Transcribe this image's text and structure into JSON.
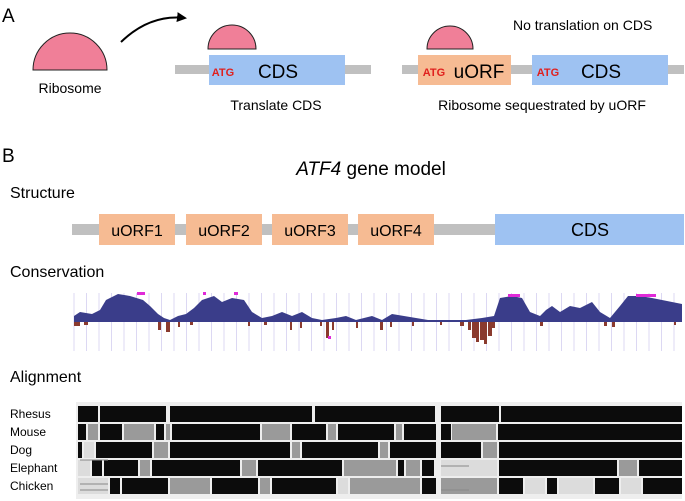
{
  "panelA": {
    "label": "A",
    "ribosome_label": "Ribosome",
    "atg": "ATG",
    "cds": "CDS",
    "uorf": "uORF",
    "translate_caption": "Translate CDS",
    "sequestered_caption": "Ribosome sequestrated by uORF",
    "no_translation_caption": "No translation on CDS"
  },
  "panelB": {
    "label": "B",
    "title_italic": "ATF4",
    "title_rest": " gene model",
    "structure_label": "Structure",
    "uorfs": [
      "uORF1",
      "uORF2",
      "uORF3",
      "uORF4"
    ],
    "cds": "CDS",
    "conservation_label": "Conservation",
    "alignment_label": "Alignment",
    "species": [
      "Rhesus",
      "Mouse",
      "Dog",
      "Elephant",
      "Chicken"
    ]
  },
  "colors": {
    "ribosome": "#f07f98",
    "cds": "#9ec2f2",
    "uorf": "#f6bb93",
    "atg": "#e0201e",
    "backbone": "#c0c0c0",
    "conservation_positive": "#3a3d8a",
    "conservation_negative": "#8a3a2e",
    "conservation_highlight": "#e02ad8",
    "alignment_aligned": "#0c0c0c",
    "alignment_partial": "#9a9a9a",
    "alignment_gap": "#dcdcdc"
  }
}
